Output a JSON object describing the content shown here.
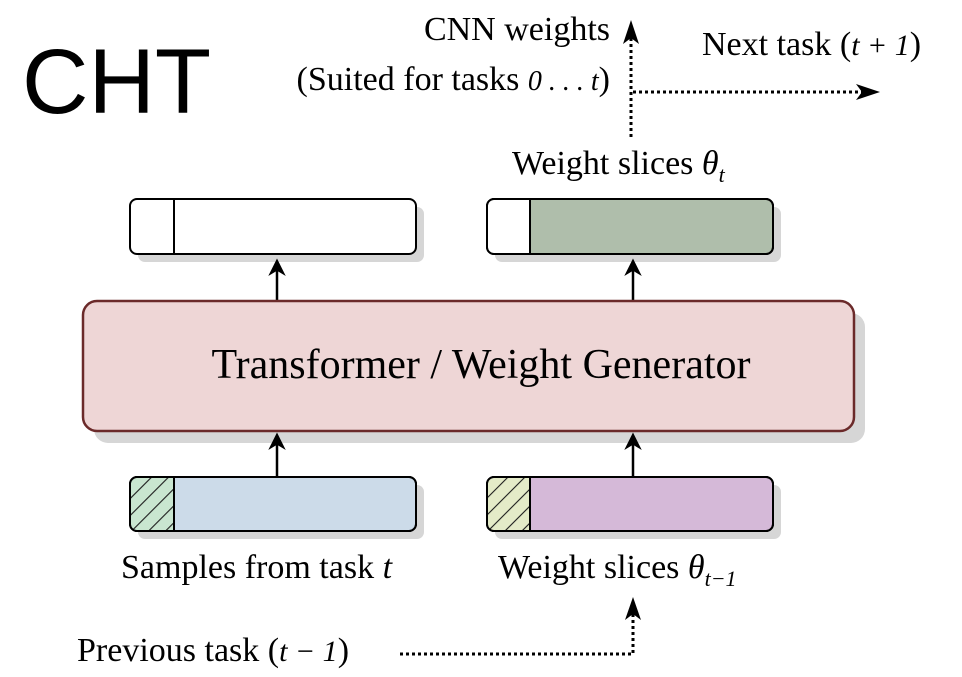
{
  "logo": "CHT",
  "top": {
    "cnn_weights_line1": "CNN weights",
    "cnn_weights_line2_text": "(Suited for tasks ",
    "cnn_weights_line2_math": "0 . . . t",
    "cnn_weights_line2_close": ")",
    "next_task_text": "Next task (",
    "next_task_math": "t + 1",
    "next_task_close": ")",
    "weight_slices_out_text": "Weight slices ",
    "weight_slices_out_math": "θ",
    "weight_slices_out_sub": "t"
  },
  "main_block": {
    "label": "Transformer / Weight Generator"
  },
  "bottom": {
    "samples_text": "Samples from task ",
    "samples_math": "t",
    "weight_slices_in_text": "Weight slices ",
    "weight_slices_in_math": "θ",
    "weight_slices_in_sub": "t−1",
    "previous_task_text": "Previous task (",
    "previous_task_math": "t − 1",
    "previous_task_close": ")"
  },
  "colors": {
    "transformer_fill": "#eed6d6",
    "transformer_stroke": "#6b2a2a",
    "output_slice_fill": "#afbeab",
    "input_samples_fill": "#ccdbe9",
    "input_weights_fill": "#d5b9d8",
    "hatch_samples_fill": "#c9e6d0",
    "hatch_weights_fill": "#e4ebc8",
    "shadow": "#d6d6d6"
  }
}
